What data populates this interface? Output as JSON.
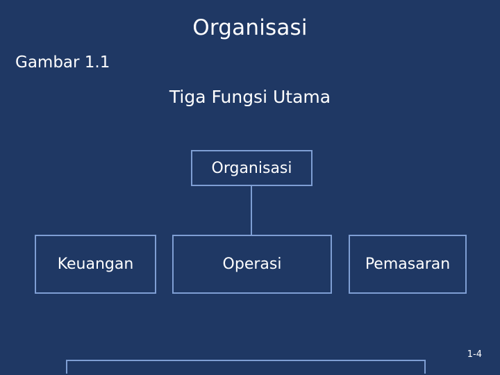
{
  "slide": {
    "title": "Organisasi",
    "figure_label": "Gambar 1.1",
    "subtitle": "Tiga Fungsi Utama",
    "page_number": "1-4",
    "background_color": "#1f3864",
    "node_border_color": "#7f9fd4",
    "text_color": "#ffffff"
  },
  "diagram": {
    "type": "org-chart",
    "root": {
      "label": "Organisasi"
    },
    "children": [
      {
        "label": "Keuangan"
      },
      {
        "label": "Operasi"
      },
      {
        "label": "Pemasaran"
      }
    ]
  }
}
